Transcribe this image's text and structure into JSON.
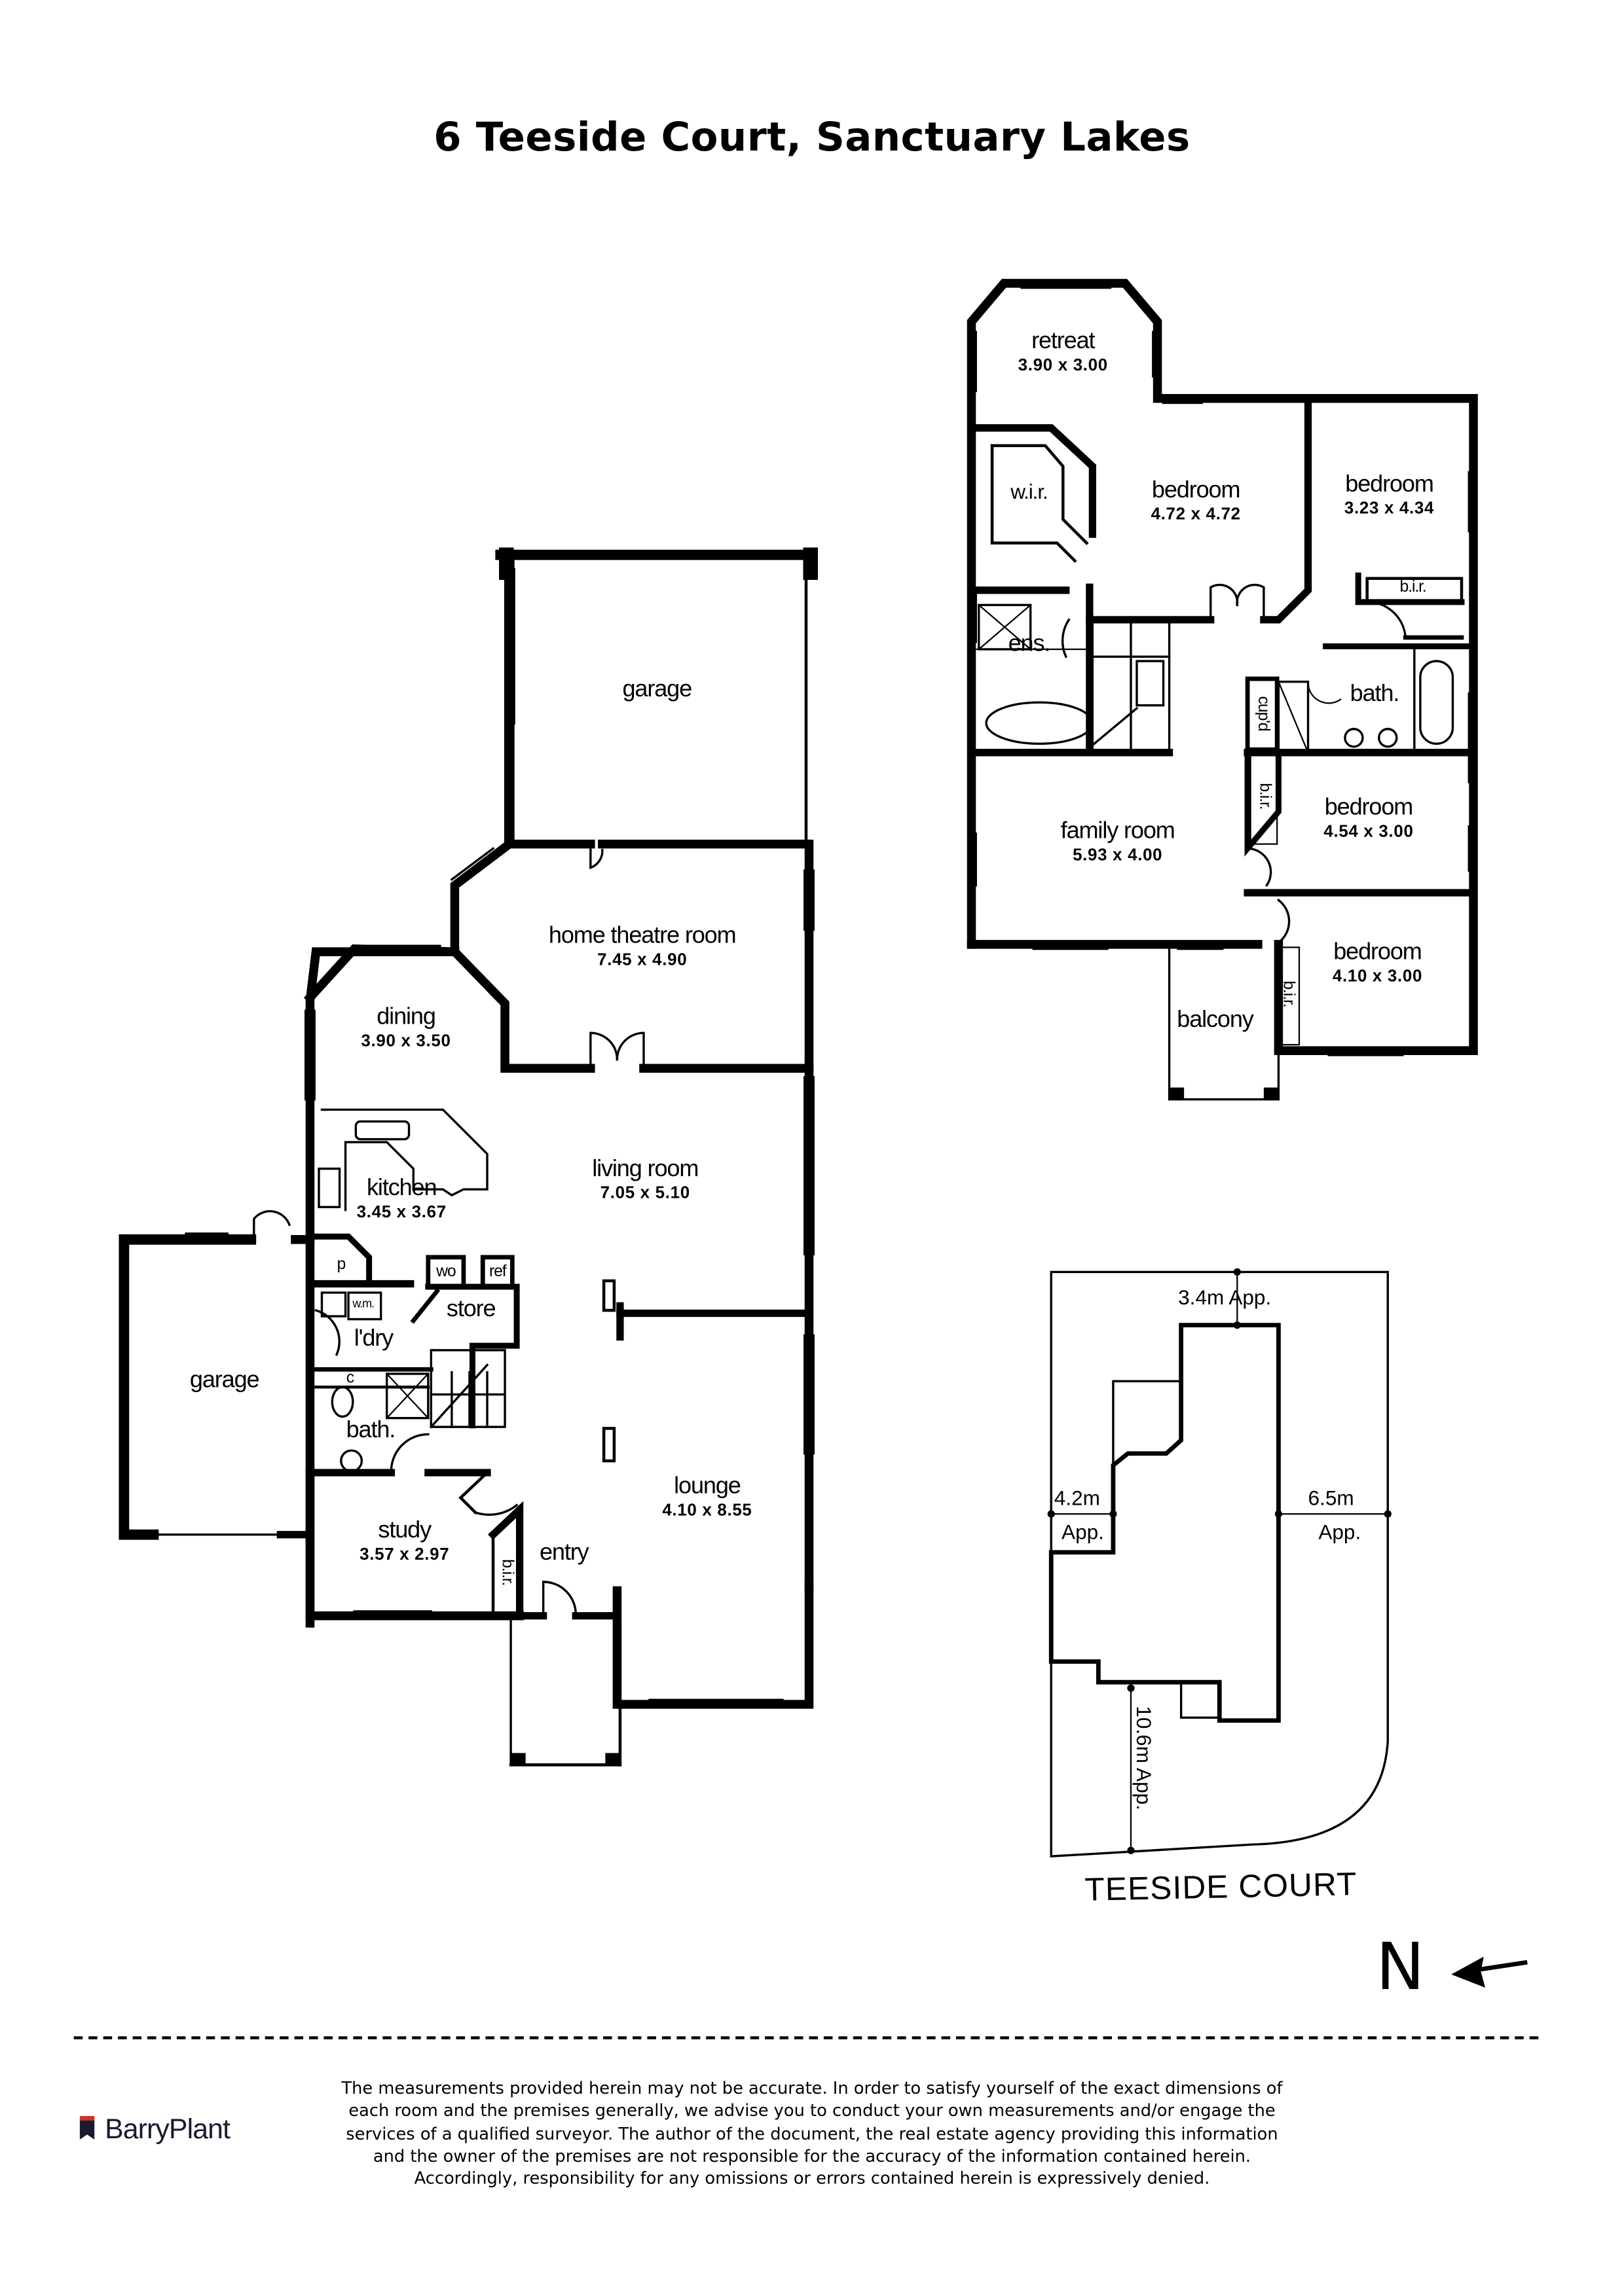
{
  "title": "6 Teeside Court, Sanctuary Lakes",
  "ground_floor": {
    "rooms": [
      {
        "name": "garage",
        "dims": ""
      },
      {
        "name": "home theatre room",
        "dims": "7.45 x 4.90"
      },
      {
        "name": "dining",
        "dims": "3.90 x 3.50"
      },
      {
        "name": "living room",
        "dims": "7.05 x 5.10"
      },
      {
        "name": "kitchen",
        "dims": "3.45 x 3.67"
      },
      {
        "name": "garage",
        "dims": ""
      },
      {
        "name": "lounge",
        "dims": "4.10 x 8.55"
      },
      {
        "name": "study",
        "dims": "3.57 x 2.97"
      },
      {
        "name": "entry",
        "dims": ""
      },
      {
        "name": "bath.",
        "dims": ""
      },
      {
        "name": "l'dry",
        "dims": ""
      },
      {
        "name": "store",
        "dims": ""
      }
    ],
    "fixtures": {
      "pantry": "p",
      "wall_oven": "wo",
      "fridge": "ref",
      "washing_machine": "w.m.",
      "cupboard": "c",
      "study_robe": "b.i.r."
    }
  },
  "upper_floor": {
    "rooms": [
      {
        "name": "retreat",
        "dims": "3.90 x 3.00"
      },
      {
        "name": "bedroom",
        "dims": "4.72 x 4.72"
      },
      {
        "name": "bedroom",
        "dims": "3.23 x 4.34"
      },
      {
        "name": "family room",
        "dims": "5.93 x 4.00"
      },
      {
        "name": "bedroom",
        "dims": "4.54 x 3.00"
      },
      {
        "name": "bedroom",
        "dims": "4.10 x 3.00"
      },
      {
        "name": "balcony",
        "dims": ""
      },
      {
        "name": "ens.",
        "dims": ""
      },
      {
        "name": "bath.",
        "dims": ""
      }
    ],
    "fixtures": {
      "walk_in_robe": "w.i.r.",
      "robe_1": "b.i.r.",
      "robe_2": "b.i.r.",
      "robe_3": "b.i.r.",
      "cupboard": "cup'd"
    }
  },
  "site_plan": {
    "setback_top": "3.4m App.",
    "setback_left_value": "4.2m",
    "setback_left_app": "App.",
    "setback_right_value": "6.5m",
    "setback_right_app": "App.",
    "setback_street": "10.6m App.",
    "street_name": "TEESIDE COURT"
  },
  "north_label": "N",
  "footer": {
    "brand": "BarryPlant",
    "brand_colors": {
      "mark_top": "#d0341e",
      "mark_body": "#1a1b2e",
      "text": "#1a1b2e"
    },
    "disclaimer_lines": [
      "The measurements provided herein may not be accurate. In order to satisfy yourself of the exact dimensions of",
      "each room and the premises generally, we advise you to conduct your own measurements and/or engage the",
      "services of a qualified surveyor. The author of the document, the real estate agency providing this information",
      "and the owner of the premises are not responsible for the accuracy of the information contained herein.",
      "Accordingly, responsibility for any omissions or errors contained herein is expressively denied."
    ]
  }
}
